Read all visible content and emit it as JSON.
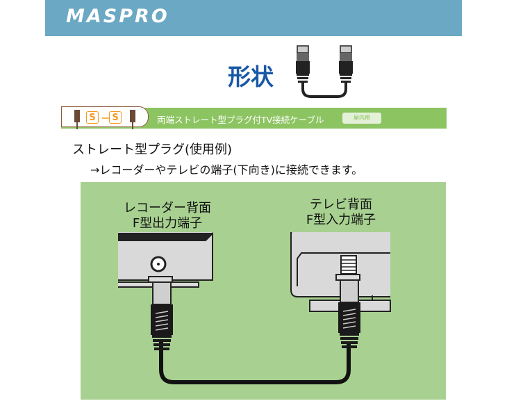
{
  "header": {
    "logo": "MASPRO",
    "color": "#6aa8c4"
  },
  "title": "形状",
  "product_band": {
    "name": "両端ストレート型プラグ付TV接続ケーブル",
    "badge": "屋内用",
    "plug_labels": [
      "S",
      "S"
    ],
    "color": "#8dc462"
  },
  "usage": {
    "heading": "ストレート型プラグ(使用例)",
    "description": "→レコーダーやテレビの端子(下向き)に接続できます。"
  },
  "diagram": {
    "recorder_label": [
      "レコーダー背面",
      "F型出力端子"
    ],
    "tv_label": [
      "テレビ背面",
      "F型入力端子"
    ],
    "background": "#a8d191"
  }
}
